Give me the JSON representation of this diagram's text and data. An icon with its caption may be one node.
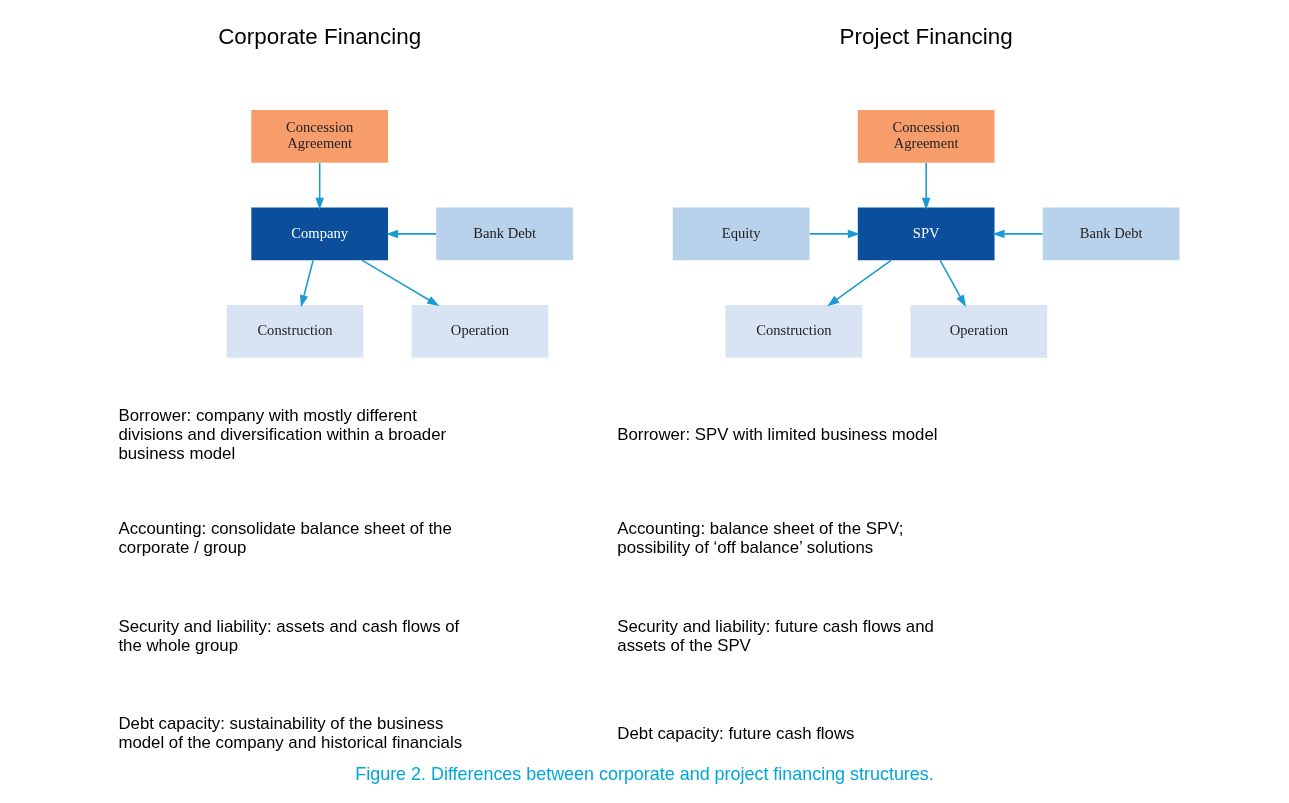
{
  "diagram": {
    "caption": "Figure 2. Differences between corporate and project financing structures.",
    "nodes": [
      {
        "text": [
          "Concession Agreement"
        ]
      },
      {
        "text": [
          "Company"
        ]
      },
      {
        "text": [
          "Bank Debt"
        ]
      },
      {
        "text": [
          "Construction"
        ]
      },
      {
        "text": [
          "Operation"
        ]
      },
      {
        "text": [
          "Concession Agreement"
        ]
      },
      {
        "text": [
          "Equity"
        ]
      },
      {
        "text": [
          "SPV"
        ]
      },
      {
        "text": [
          "Bank Debt"
        ]
      },
      {
        "text": [
          "Construction"
        ]
      },
      {
        "text": [
          "Operation"
        ]
      }
    ],
    "edges": [
      {
        "from": 0,
        "to": 1,
        "arrow": "to"
      },
      {
        "from": 2,
        "to": 1,
        "arrow": "to"
      },
      {
        "from": 1,
        "to": 3,
        "arrow": "to"
      },
      {
        "from": 1,
        "to": 4,
        "arrow": "to"
      },
      {
        "from": 5,
        "to": 7,
        "arrow": "to"
      },
      {
        "from": 6,
        "to": 7,
        "arrow": "to"
      },
      {
        "from": 8,
        "to": 7,
        "arrow": "to"
      },
      {
        "from": 7,
        "to": 9,
        "arrow": "to"
      },
      {
        "from": 7,
        "to": 10,
        "arrow": "to"
      }
    ],
    "labels": [
      "Corporate Financing",
      "Project Financing",
      "Borrower: company with mostly different divisions and diversification within a broader business model",
      "Accounting: consolidate balance sheet of the corporate / group",
      "Security and liability: assets and cash flows of the whole group",
      "Debt capacity: sustainability of the business model of the company and historical financials",
      "Borrower: SPV with limited business model",
      "Accounting: balance sheet of the SPV; possibility of ‘off balance’ solutions",
      "Security and liability: future cash flows and assets of the SPV",
      "Debt capacity: future cash flows"
    ]
  }
}
